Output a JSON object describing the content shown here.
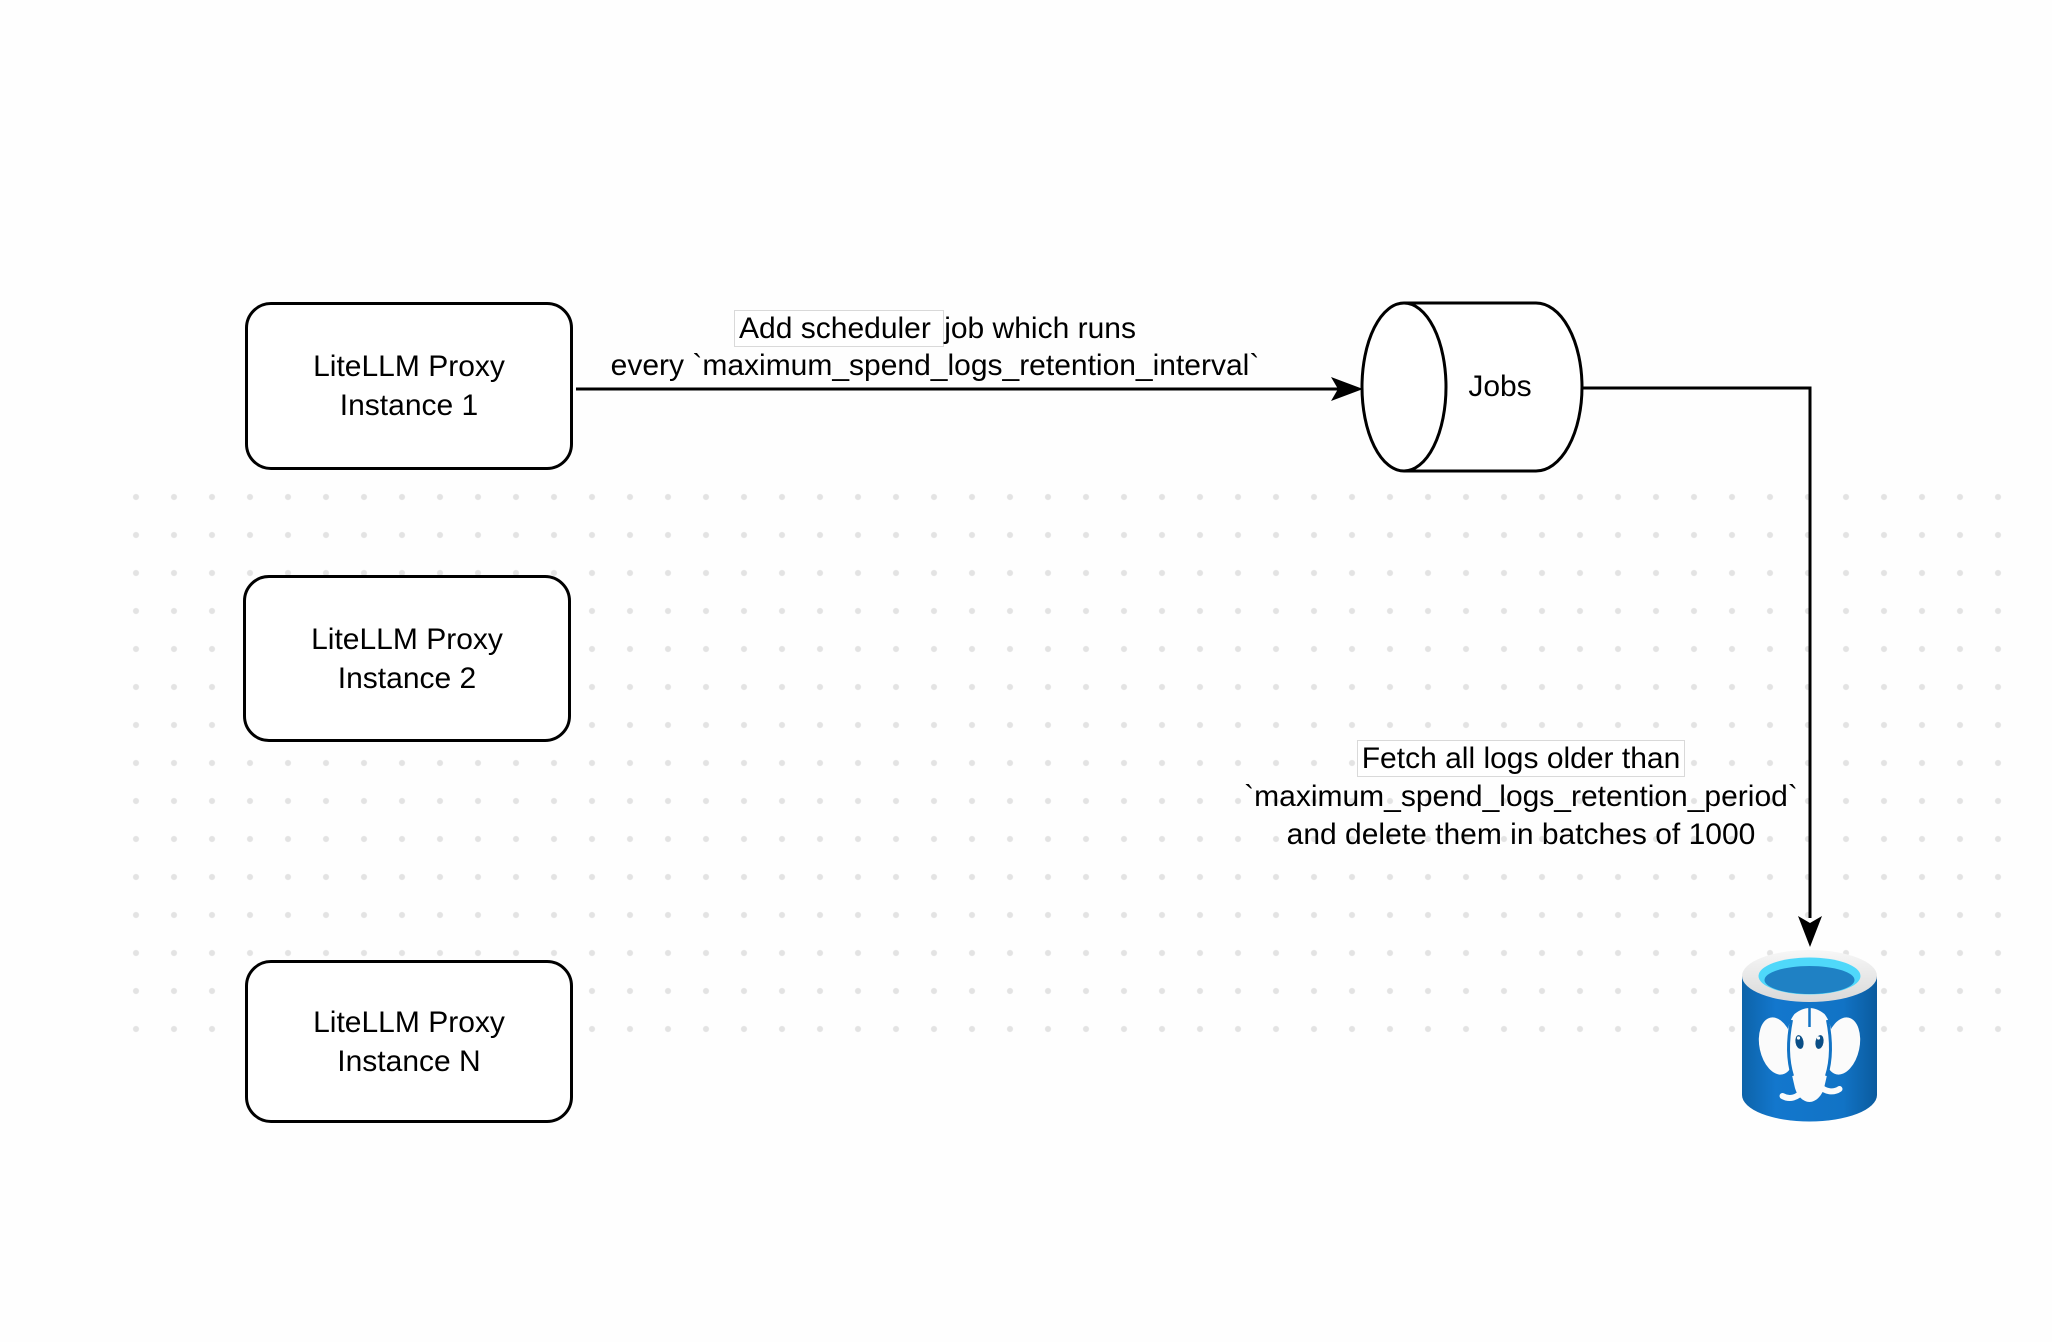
{
  "diagram": {
    "nodes": {
      "instance1": {
        "line1": "LiteLLM Proxy",
        "line2": "Instance 1"
      },
      "instance2": {
        "line1": "LiteLLM Proxy",
        "line2": "Instance 2"
      },
      "instanceN": {
        "line1": "LiteLLM Proxy",
        "line2": "Instance N"
      },
      "jobs": {
        "label": "Jobs",
        "shape": "horizontal-cylinder"
      },
      "postgres": {
        "icon": "postgresql-database-icon"
      }
    },
    "edges": {
      "add_job": {
        "from": "instance1",
        "to": "jobs",
        "label_highlighted": "Add scheduler ",
        "label_rest": "job which runs",
        "label_line2": "every `maximum_spend_logs_retention_interval`"
      },
      "fetch_delete": {
        "from": "jobs",
        "to": "postgres",
        "label_line1": "Fetch all logs older than",
        "label_line2": "`maximum_spend_logs_retention_period`",
        "label_line3": "and delete them in batches of 1000"
      }
    },
    "colors": {
      "stroke": "#000000",
      "grid_dot": "#e3e3e3",
      "node_fill": "#ffffff",
      "label_bg_border": "#d9d9d9",
      "postgres_blue": "#1173c5",
      "postgres_blue_dark": "#0d63a9",
      "postgres_rim": "#ececec",
      "postgres_cyan": "#4fd8fa",
      "postgres_inner_blue": "#1f81c4",
      "elephant_white": "#fbfbfb"
    }
  }
}
